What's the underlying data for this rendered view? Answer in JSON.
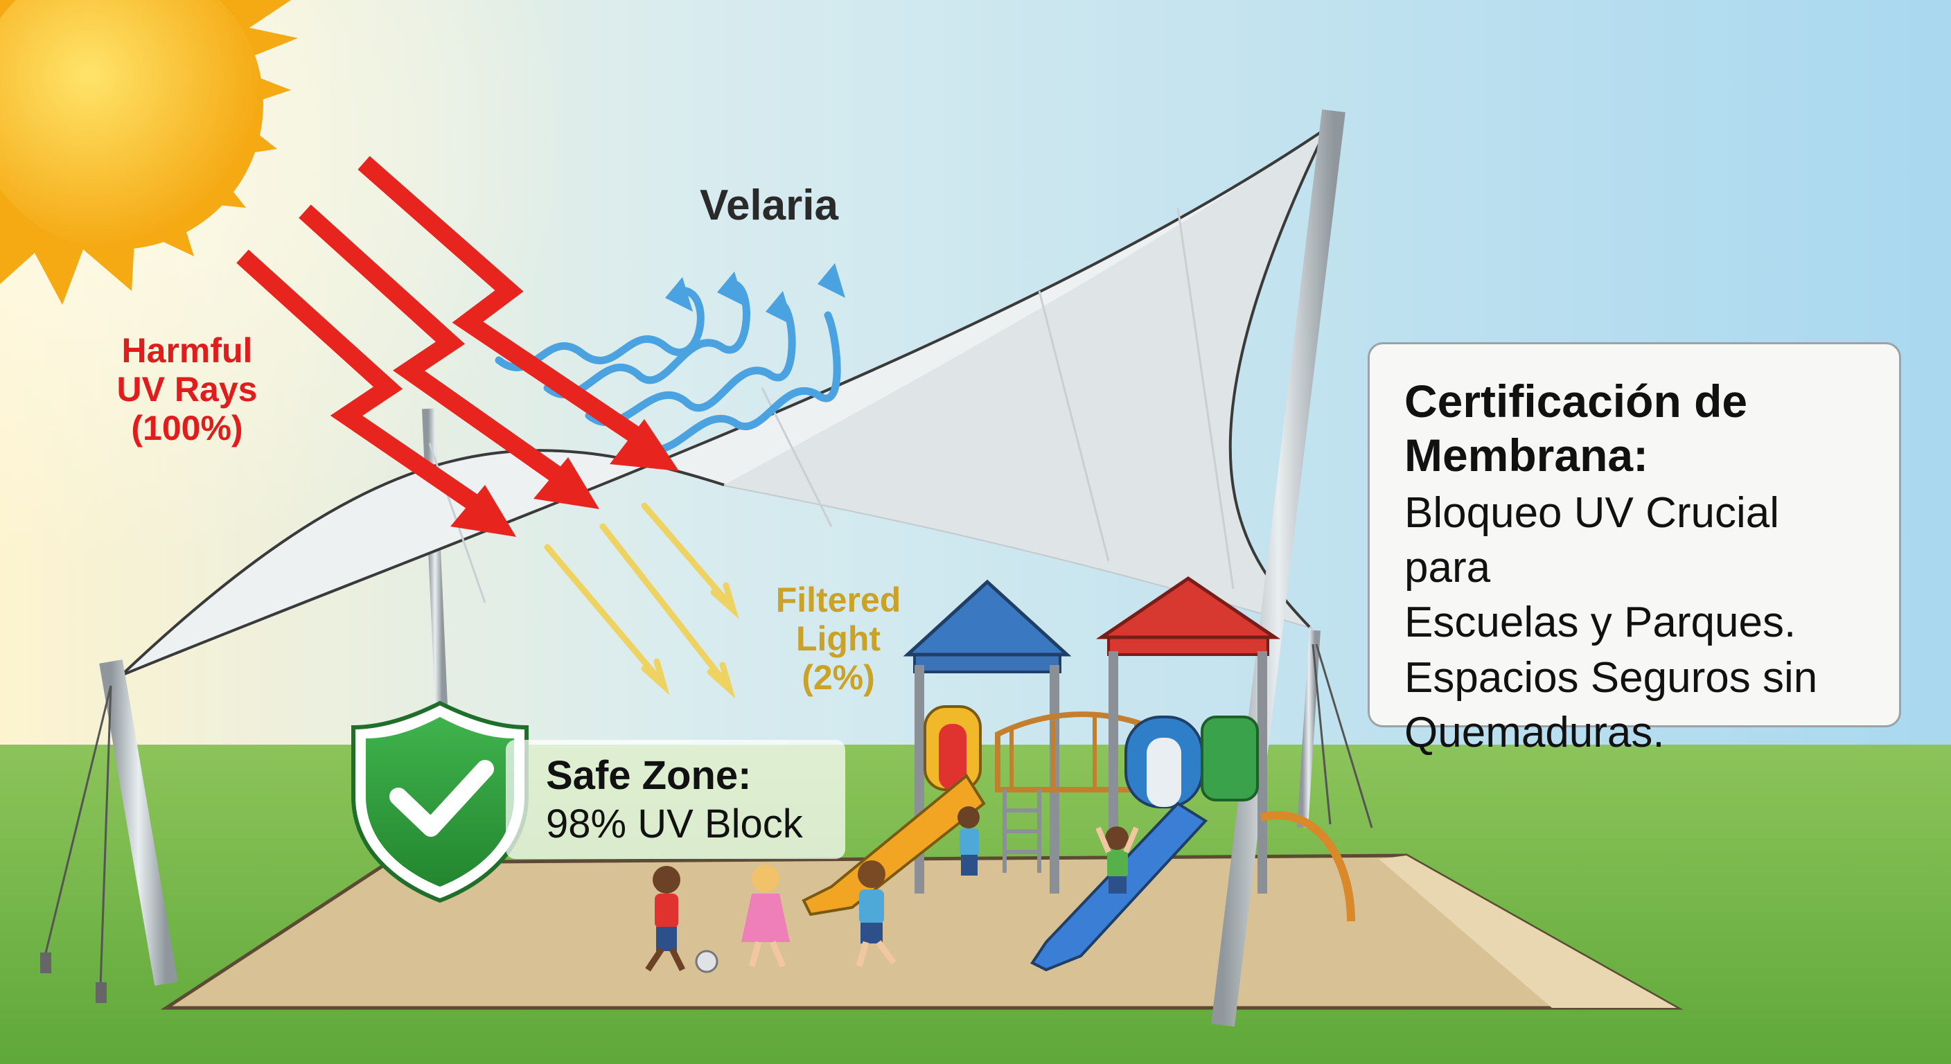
{
  "labels": {
    "structure": "Velaria",
    "harmful": [
      "Harmful",
      "UV Rays",
      "(100%)"
    ],
    "filtered": [
      "Filtered",
      "Light",
      "(2%)"
    ]
  },
  "safe_zone": {
    "title": "Safe Zone:",
    "subtitle": "98% UV Block"
  },
  "certification": {
    "title": [
      "Certificación de",
      "Membrana:"
    ],
    "body": [
      "Bloqueo UV Crucial para",
      "Escuelas y Parques.",
      "Espacios Seguros sin",
      "Quemaduras."
    ]
  },
  "colors": {
    "harmful_rays": "#e8241f",
    "reflected_rays": "#4aa3e0",
    "filtered_rays": "#f2cf4a",
    "shield": "#2e9a3e",
    "sun": "#f7b718"
  }
}
